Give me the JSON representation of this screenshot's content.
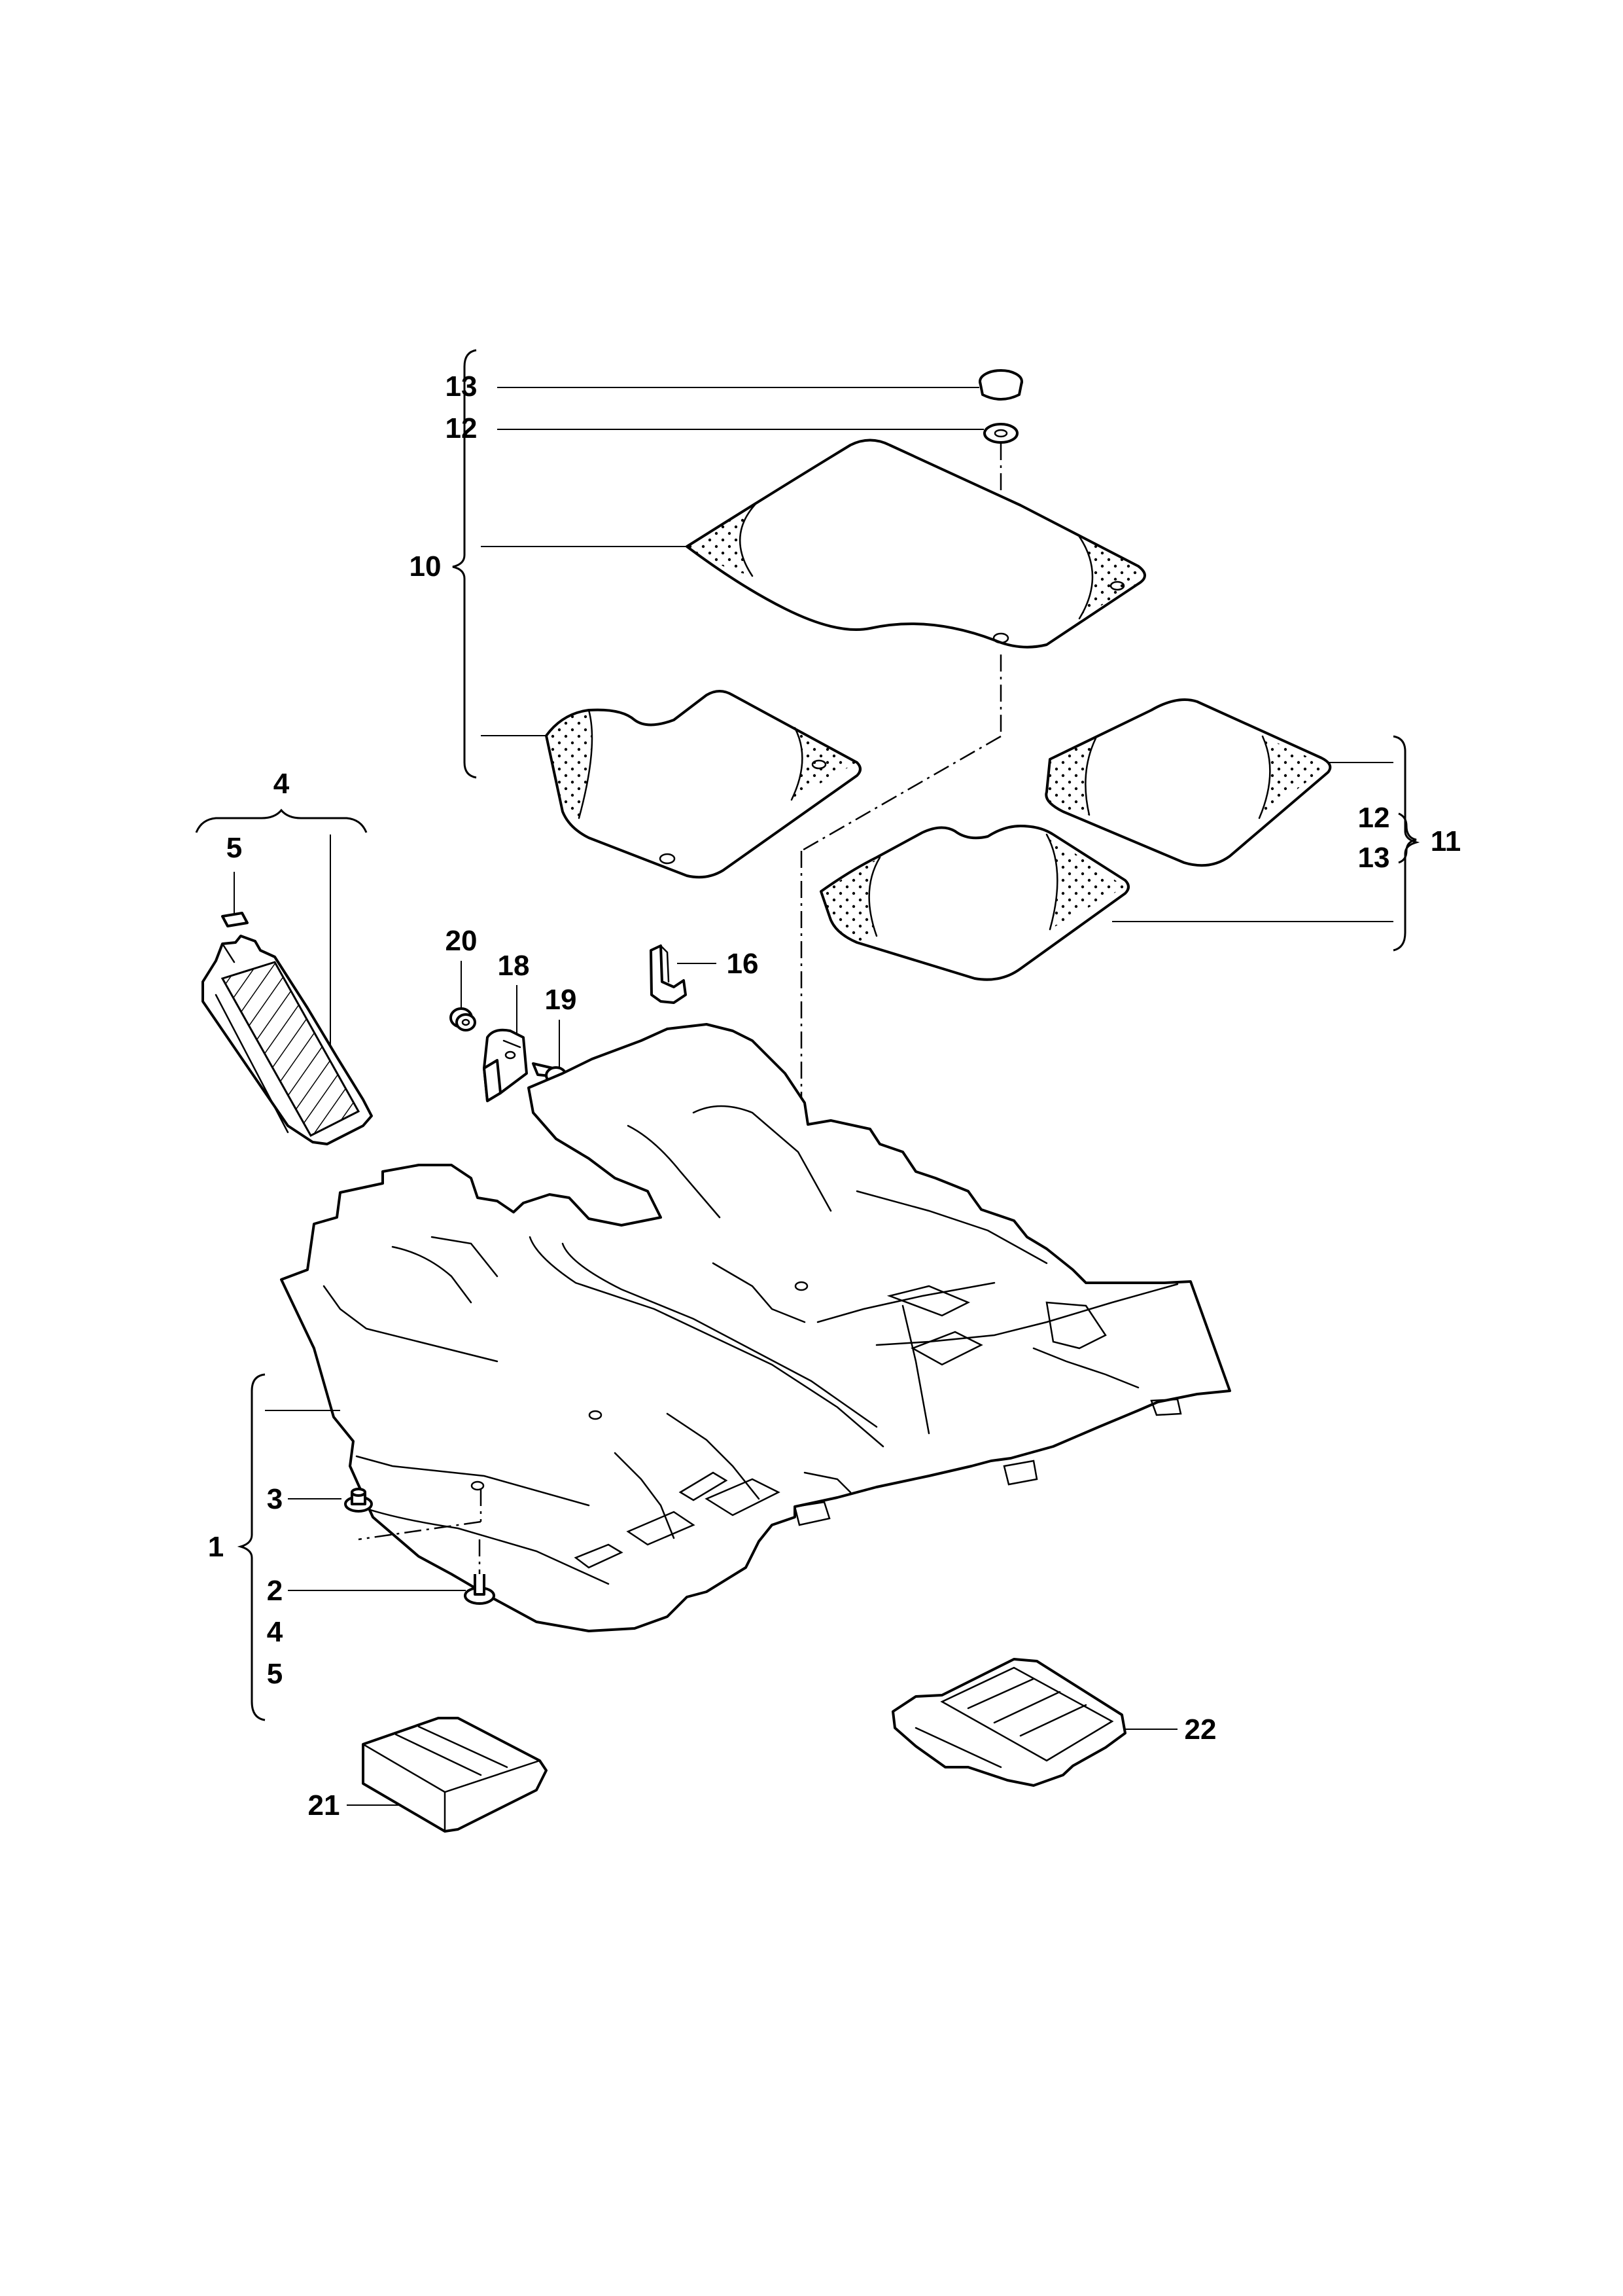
{
  "callouts": {
    "c1": "1",
    "c2": "2",
    "c3": "3",
    "c4_top": "4",
    "c4_list": "4",
    "c5_top": "5",
    "c5_list": "5",
    "c10": "10",
    "c11": "11",
    "c12_top": "12",
    "c12_list": "12",
    "c13_top": "13",
    "c13_list": "13",
    "c16": "16",
    "c18": "18",
    "c19": "19",
    "c20": "20",
    "c21": "21",
    "c22": "22"
  },
  "parts": [
    {
      "id": "floor-carpet",
      "callout": "1"
    },
    {
      "id": "clip-2",
      "callout": "2"
    },
    {
      "id": "clip-3",
      "callout": "3"
    },
    {
      "id": "side-trim-panel",
      "callout": "4"
    },
    {
      "id": "small-clip-5",
      "callout": "5"
    },
    {
      "id": "front-floor-mats",
      "callout": "10"
    },
    {
      "id": "rear-floor-mats",
      "callout": "11"
    },
    {
      "id": "mat-grommet",
      "callout": "12"
    },
    {
      "id": "mat-cap",
      "callout": "13"
    },
    {
      "id": "hook-16",
      "callout": "16"
    },
    {
      "id": "bracket-18",
      "callout": "18"
    },
    {
      "id": "screw-19",
      "callout": "19"
    },
    {
      "id": "nut-20",
      "callout": "20"
    },
    {
      "id": "foam-block-21",
      "callout": "21"
    },
    {
      "id": "storage-tray-22",
      "callout": "22"
    }
  ],
  "colors": {
    "line": "#000000",
    "background": "#ffffff"
  }
}
